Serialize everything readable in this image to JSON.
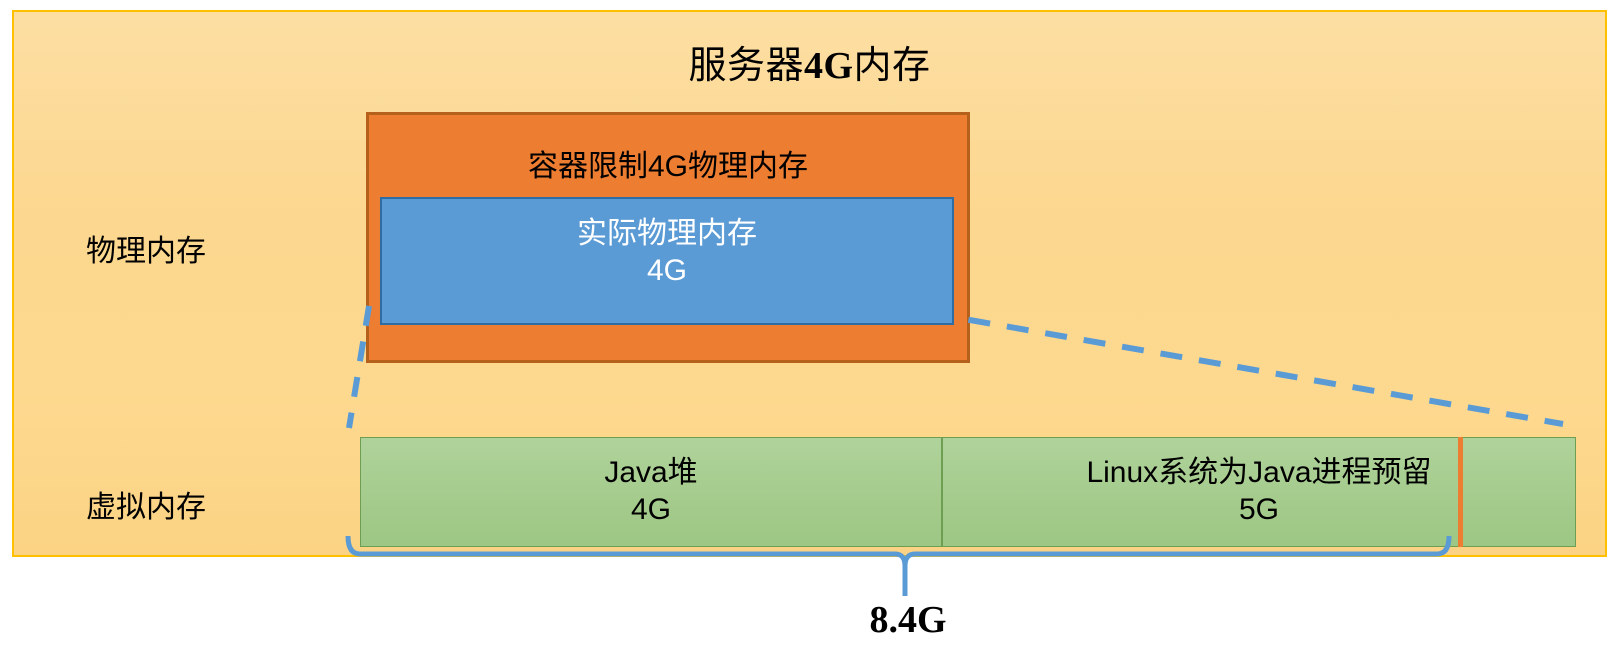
{
  "diagram": {
    "title_prefix": "服务器",
    "title_bold": "4G",
    "title_suffix": "内存",
    "title_full": "服务器4G内存"
  },
  "rows": {
    "physical_label": "物理内存",
    "virtual_label": "虚拟内存"
  },
  "container_box": {
    "title": "容器限制4G物理内存"
  },
  "physical_box": {
    "name": "实际物理内存",
    "size": "4G"
  },
  "virtual_boxes": [
    {
      "name": "Java堆",
      "size": "4G"
    },
    {
      "name": "Linux系统为Java进程预留",
      "size": "5G"
    }
  ],
  "total": {
    "label": "8.4G"
  },
  "colors": {
    "panel_background": "#FCD78F",
    "panel_border": "#FFC000",
    "container_fill": "#ED7D31",
    "container_border": "#B5611B",
    "physical_fill": "#5B9BD5",
    "physical_border": "#2E6DA4",
    "virtual_fill": "#A5CB8D",
    "virtual_border": "#6E9E52",
    "connector": "#5B9BD5",
    "marker": "#ED7D31"
  }
}
